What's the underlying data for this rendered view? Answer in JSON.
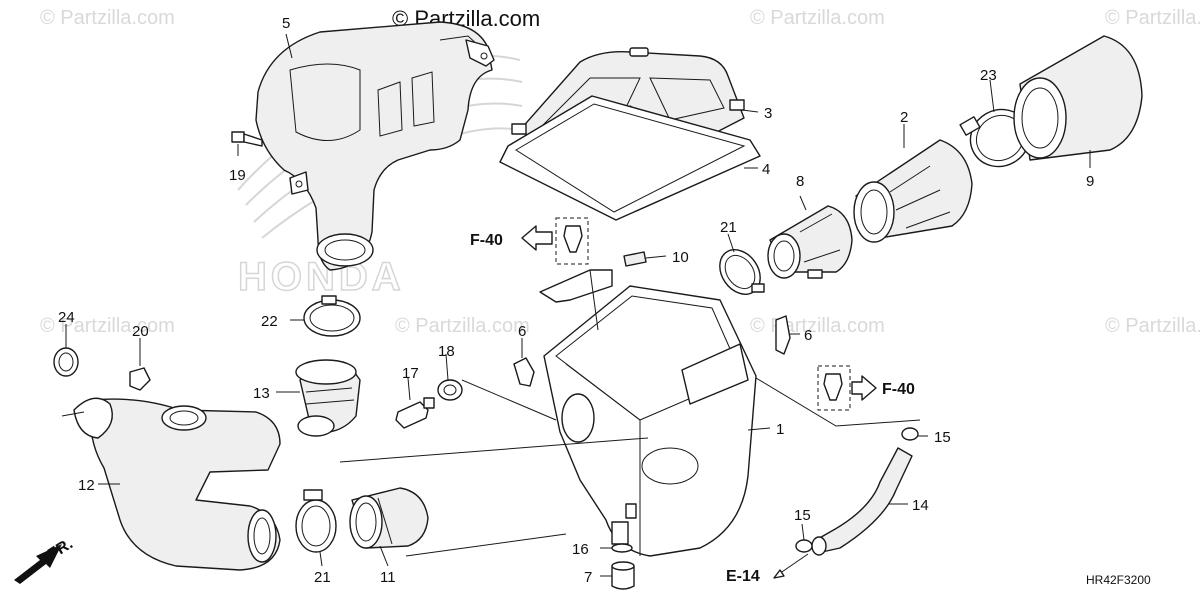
{
  "watermark": {
    "header": "© Partzilla.com",
    "repeat": "© Partzilla.com"
  },
  "diagram_code": "HR42F3200",
  "background_logo": "HONDA",
  "refs": {
    "f40_left": "F-40",
    "f40_right": "F-40",
    "e14": "E-14",
    "fr": "FR."
  },
  "callouts": {
    "c1": "1",
    "c2": "2",
    "c3": "3",
    "c4": "4",
    "c5": "5",
    "c6a": "6",
    "c6b": "6",
    "c7": "7",
    "c8": "8",
    "c9": "9",
    "c10": "10",
    "c11": "11",
    "c12": "12",
    "c13": "13",
    "c14": "14",
    "c15a": "15",
    "c15b": "15",
    "c16": "16",
    "c17": "17",
    "c18": "18",
    "c19": "19",
    "c20": "20",
    "c21a": "21",
    "c21b": "21",
    "c22": "22",
    "c23": "23",
    "c24": "24"
  },
  "colors": {
    "line": "#1a1a1a",
    "watermark": "#d9d9d9",
    "background": "#ffffff"
  }
}
